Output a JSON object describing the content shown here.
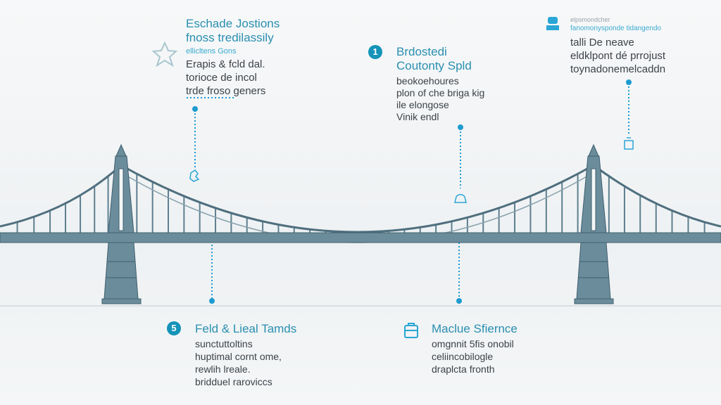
{
  "callouts": {
    "top_left": {
      "title_line1": "Eschade Jostions",
      "title_line2": "fnoss tredilassily",
      "subtitle": "ellicltens Gons",
      "body": [
        "Erapis & fcld dal.",
        "torioce de incol",
        "trde froso geners"
      ]
    },
    "top_middle": {
      "number": "1",
      "title_line1": "Brdostedi",
      "title_line2": "Coutonty Spld",
      "body": [
        "beokoehoures",
        "plon of che briga kig",
        "ile elongose",
        "Vinik endl"
      ]
    },
    "top_right": {
      "small_line1": "elpsmondcher",
      "small_line2": "fanomonysponde tidangendo",
      "body": [
        "talli De neave",
        "eldklpont dé prrojust",
        "toynadonemelcaddn"
      ]
    },
    "bottom_left": {
      "number": "5",
      "title": "Feld & Lieal Tamds",
      "body": [
        "sunctuttoltins",
        "huptimal cornt ome,",
        "rewlih lreale.",
        "bridduel raroviccs"
      ]
    },
    "bottom_right": {
      "title": "Maclue Sfiernce",
      "body": [
        "omgnnit 5fis onobil",
        "celiincobilogle",
        "draplcta fronth"
      ]
    }
  },
  "colors": {
    "accent": "#1593b8",
    "bridge": "#5d7f8f",
    "bridge_dark": "#3f5f6e"
  }
}
